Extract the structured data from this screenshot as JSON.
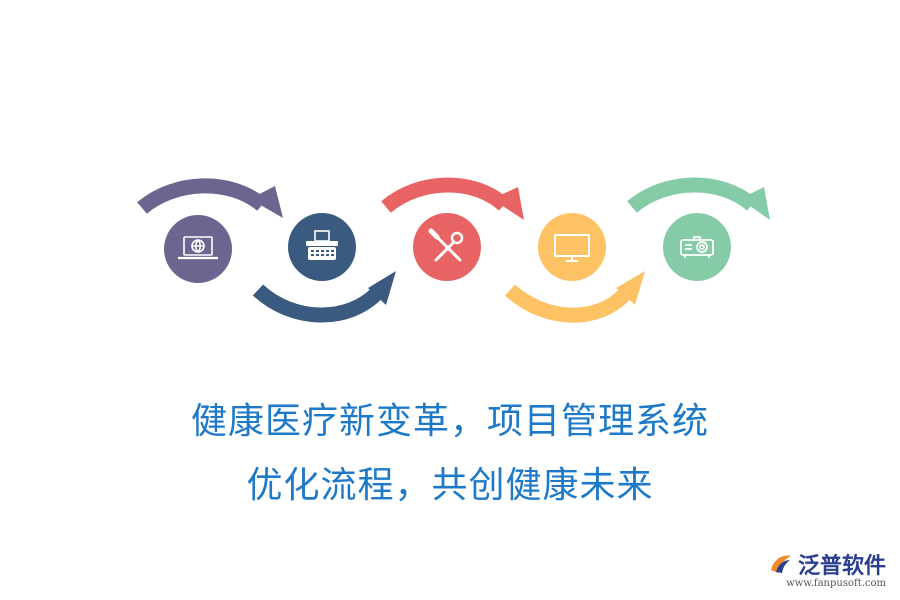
{
  "colors": {
    "purple": "#6e6490",
    "navy": "#3a5a7f",
    "red": "#e86464",
    "yellow": "#fdc264",
    "green": "#86cba8",
    "headline": "#1e79c8",
    "brand": "#2a3f8f"
  },
  "steps": [
    {
      "icon": "laptop-globe-icon",
      "color": "#6e6490"
    },
    {
      "icon": "typewriter-icon",
      "color": "#3a5a7f"
    },
    {
      "icon": "tools-icon",
      "color": "#e86464"
    },
    {
      "icon": "monitor-icon",
      "color": "#fdc264"
    },
    {
      "icon": "projector-icon",
      "color": "#86cba8"
    }
  ],
  "headline": {
    "line1": "健康医疗新变革，项目管理系统",
    "line2": "优化流程，共创健康未来"
  },
  "brand": {
    "name": "泛普软件",
    "url": "www.fanpusoft.com",
    "logo_icon": "fanpu-logo-icon"
  }
}
